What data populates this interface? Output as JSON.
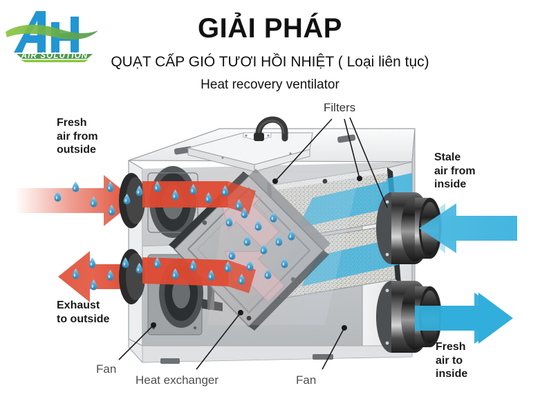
{
  "logo": {
    "mark_text": "AH",
    "tagline": "AIR SOLUTION",
    "blue": "#2196d3",
    "green": "#7cb342"
  },
  "header": {
    "title": "GIẢI PHÁP",
    "subtitle": "QUẠT CẤP GIÓ TƯƠI HỒI NHIỆT ( Loại liên tục)",
    "subtitle_en": "Heat recovery ventilator"
  },
  "diagram": {
    "type": "technical-illustration",
    "subject": "Heat recovery ventilator cutaway",
    "labels": {
      "fresh_air_from_outside": "Fresh\nair from\noutside",
      "stale_air_from_inside": "Stale\nair from\ninside",
      "exhaust_to_outside": "Exhaust\nto outside",
      "fresh_air_to_inside": "Fresh\nair to\ninside",
      "filters": "Filters",
      "fan_left": "Fan",
      "fan_right": "Fan",
      "heat_exchanger": "Heat exchanger"
    },
    "colors": {
      "warm_air": "#e2533c",
      "cool_air": "#3eb4dd",
      "droplet": "#49a9d8",
      "casing": "#e9eaec",
      "casing_shade": "#c9ccd0",
      "duct_dark": "#3a3a3a",
      "core": "#b3b5b7",
      "filter_media": "#d6d7d3",
      "leader_line": "#1a1a1a",
      "label_gray": "#4d4d4d"
    },
    "flows": [
      {
        "name": "fresh-intake",
        "from": "outside",
        "direction": "right",
        "color": "warm",
        "has_droplets": true
      },
      {
        "name": "exhaust-out",
        "from": "inside",
        "direction": "left",
        "color": "warm",
        "has_droplets": true
      },
      {
        "name": "stale-intake",
        "from": "inside",
        "direction": "left",
        "color": "cool",
        "has_droplets": false
      },
      {
        "name": "supply-out",
        "to": "inside",
        "direction": "right",
        "color": "cool",
        "has_droplets": false
      }
    ]
  }
}
